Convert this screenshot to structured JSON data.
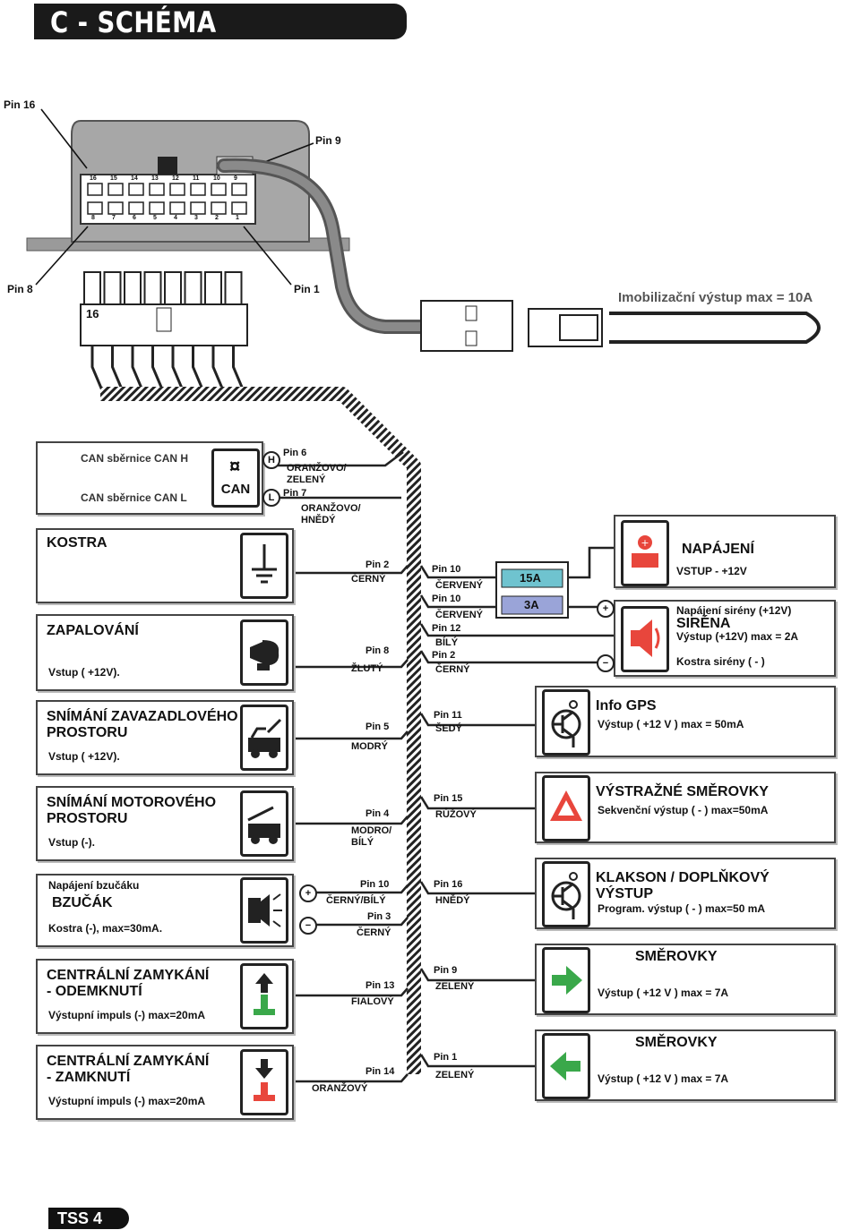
{
  "title": "C - SCHÉMA ZAPOJENÍ",
  "connector": {
    "pin16": "Pin 16",
    "pin9": "Pin 9",
    "pin8": "Pin 8",
    "pin1": "Pin 1",
    "top_numbers": [
      "16",
      "15",
      "14",
      "13",
      "12",
      "11",
      "10",
      "9"
    ],
    "bottom_numbers": [
      "8",
      "7",
      "6",
      "5",
      "4",
      "3",
      "2",
      "1"
    ],
    "plug_label": "16"
  },
  "immobilizer": "Imobilizační výstup max = 10A",
  "can": {
    "line1": "CAN sběrnice  CAN H",
    "line2": "CAN sběrnice CAN L",
    "logo": "CAN",
    "h": "H",
    "l": "L",
    "pin6": "Pin 6",
    "wire6": "ORANŽOVO/\nZELENÝ",
    "pin7": "Pin 7",
    "wire7": "ORANŽOVO/\nHNĚDÝ"
  },
  "left": [
    {
      "title": "KOSTRA",
      "sub": "",
      "pin": "Pin 2",
      "wire": "ČERNÝ"
    },
    {
      "title": "ZAPALOVÁNÍ",
      "sub": "Vstup ( +12V).",
      "pin": "Pin 8",
      "wire": "ŽLUTÝ"
    },
    {
      "title": "SNÍMÁNÍ ZAVAZADLOVÉHO\nPROSTORU",
      "sub": "Vstup ( +12V).",
      "pin": "Pin 5",
      "wire": "MODRÝ"
    },
    {
      "title": "SNÍMÁNÍ MOTOROVÉHO\nPROSTORU",
      "sub": "Vstup (-).",
      "pin": "Pin 4",
      "wire": "MODRO/\nBÍLÝ"
    },
    {
      "title": "BZUČÁK",
      "top": "Napájení bzučáku",
      "sub": "Kostra (-), max=30mA.",
      "pin": "Pin 10",
      "wire": "ČERNÝ/BÍLÝ",
      "pin_b": "Pin 3",
      "wire_b": "ČERNÝ"
    },
    {
      "title": "CENTRÁLNÍ ZAMYKÁNÍ\n- ODEMKNUTÍ",
      "sub": "Výstupní impuls (-)  max=20mA",
      "pin": "Pin 13",
      "wire": "FIALOVÝ"
    },
    {
      "title": "CENTRÁLNÍ ZAMYKÁNÍ\n- ZAMKNUTÍ",
      "sub": "Výstupní impuls (-)  max=20mA",
      "pin": "Pin 14",
      "wire": "ORANŽOVÝ"
    }
  ],
  "power": {
    "title": "NAPÁJENÍ",
    "sub": "VSTUP - +12V",
    "fuse1": "15A",
    "fuse2": "3A",
    "pin10a": "Pin 10",
    "wire10a": "ČERVENÝ",
    "pin10b": "Pin 10",
    "wire10b": "ČERVENÝ",
    "pin12": "Pin 12",
    "wire12": "BÍLÝ",
    "pin2": "Pin 2",
    "wire2": "ČERNÝ"
  },
  "siren": {
    "top": "Napájení sirény (+12V)",
    "title": "SIRÉNA",
    "sub": "Výstup (+12V) max = 2A",
    "ground": "Kostra sirény ( - )"
  },
  "right": [
    {
      "title": "Info GPS",
      "sub": "Výstup ( +12 V ) max = 50mA",
      "pin": "Pin 11",
      "wire": "ŠEDÝ"
    },
    {
      "title": "VÝSTRAŽNÉ SMĚROVKY",
      "sub": "Sekvenční výstup ( - )  max=50mA",
      "pin": "Pin 15",
      "wire": "RŮŽOVÝ"
    },
    {
      "title": "KLAKSON / DOPLŇKOVÝ\nVÝSTUP",
      "sub": "Program. výstup ( - ) max=50 mA",
      "pin": "Pin 16",
      "wire": "HNĚDÝ"
    },
    {
      "title": "SMĚROVKY",
      "sub": "Výstup ( +12 V ) max = 7A",
      "pin": "Pin 9",
      "wire": "ZELENÝ"
    },
    {
      "title": "SMĚROVKY",
      "sub": "Výstup ( +12 V ) max = 7A",
      "pin": "Pin 1",
      "wire": "ZELENÝ"
    }
  ],
  "footer": "TSS  4",
  "colors": {
    "fuse": "#6fc3cf",
    "fuse2": "#9aa4d8",
    "alarm_red": "#e8463c",
    "arrow_green": "#3aa84a"
  }
}
